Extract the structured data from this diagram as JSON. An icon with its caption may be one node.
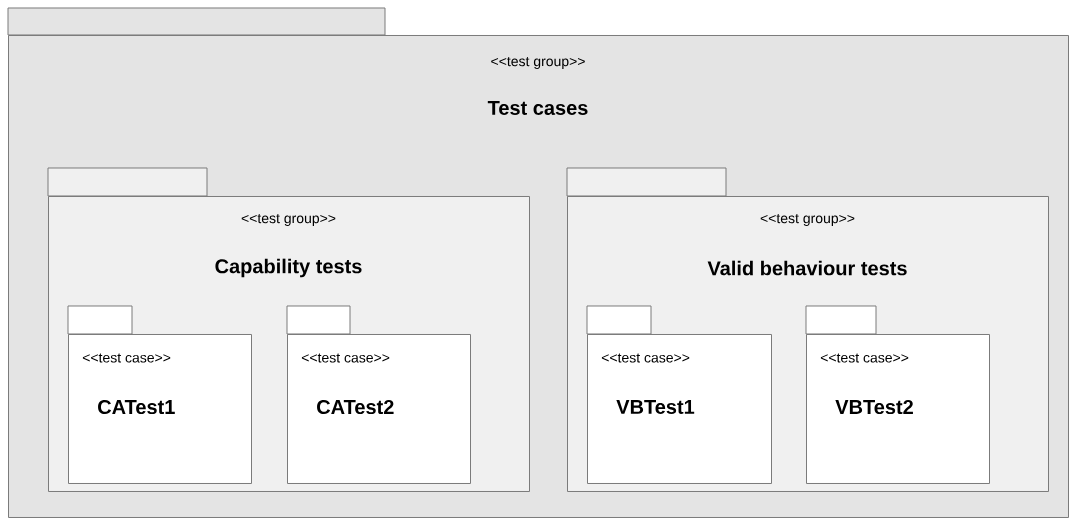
{
  "diagram": {
    "nodes": [
      {
        "text": [
          "<<test group>>",
          "Test cases"
        ]
      },
      {
        "text": [
          "<<test group>>",
          "Capability tests"
        ],
        "in": 0
      },
      {
        "text": [
          "<<test group>>",
          "Valid behaviour tests"
        ],
        "in": 0
      },
      {
        "text": [
          "<<test case>>",
          "CATest1"
        ],
        "in": 1
      },
      {
        "text": [
          "<<test case>>",
          "CATest2"
        ],
        "in": 1
      },
      {
        "text": [
          "<<test case>>",
          "VBTest1"
        ],
        "in": 2
      },
      {
        "text": [
          "<<test case>>",
          "VBTest2"
        ],
        "in": 2
      }
    ]
  }
}
